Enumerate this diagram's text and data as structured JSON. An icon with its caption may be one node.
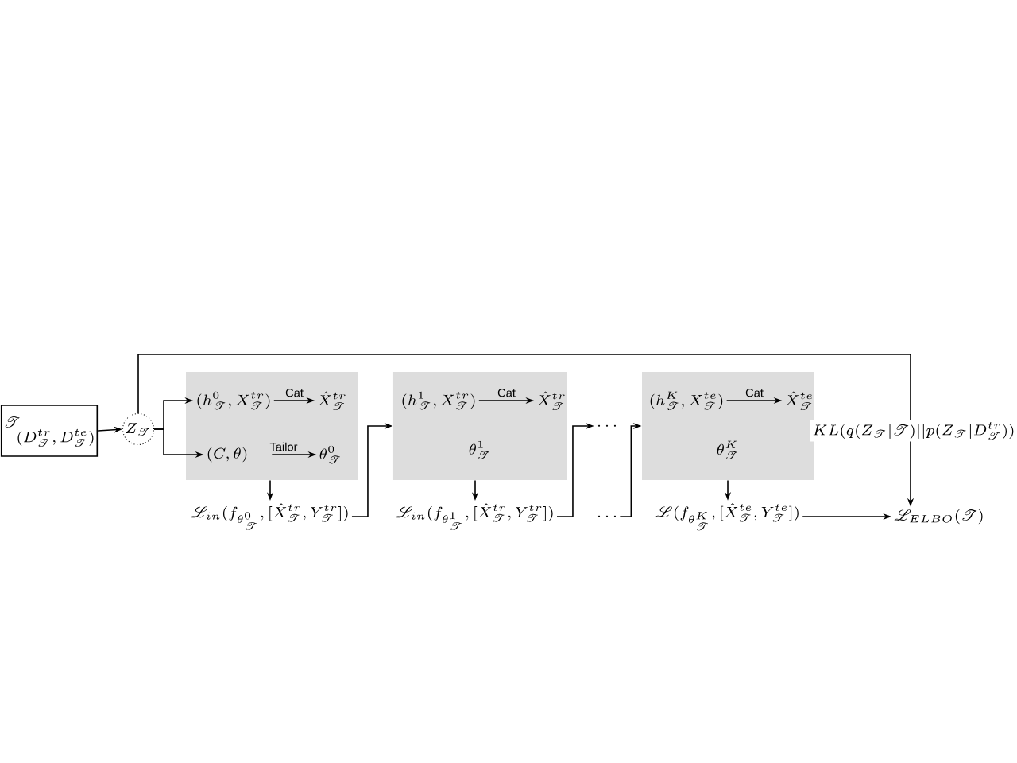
{
  "diagram": {
    "nodes": [
      {
        "text": [
          "\\mathscr{T}",
          "(D^{tr}_{\\mathscr{T}}, D^{te}_{\\mathscr{T}})"
        ]
      },
      {
        "text": [
          "Z_{\\mathscr{T}}"
        ]
      },
      {
        "text": [],
        "shape": "box"
      },
      {
        "text": [
          "(h^{0}_{\\mathscr{T}}, X^{tr}_{\\mathscr{T}})"
        ],
        "in": 2
      },
      {
        "text": [
          "\\hat{X}^{tr}_{\\mathscr{T}}"
        ],
        "in": 2
      },
      {
        "text": [
          "(C, \\theta)"
        ],
        "in": 2
      },
      {
        "text": [
          "\\theta^{0}_{\\mathscr{T}}"
        ],
        "in": 2
      },
      {
        "text": [
          "\\mathscr{L}_{in}(f_{\\theta^{0}_{\\mathscr{T}}}, [\\hat{X}^{tr}_{\\mathscr{T}}, Y^{tr}_{\\mathscr{T}}])"
        ]
      },
      {
        "text": [],
        "shape": "box"
      },
      {
        "text": [
          "(h^{1}_{\\mathscr{T}}, X^{tr}_{\\mathscr{T}})"
        ],
        "in": 8
      },
      {
        "text": [
          "\\hat{X}^{tr}_{\\mathscr{T}}"
        ],
        "in": 8
      },
      {
        "text": [
          "\\theta^{1}_{\\mathscr{T}}"
        ],
        "in": 8
      },
      {
        "text": [
          "\\mathscr{L}_{in}(f_{\\theta^{1}_{\\mathscr{T}}}, [\\hat{X}^{tr}_{\\mathscr{T}}, Y^{tr}_{\\mathscr{T}}])"
        ]
      },
      {
        "text": [
          "\\cdots"
        ]
      },
      {
        "text": [
          "\\cdots"
        ]
      },
      {
        "text": [],
        "shape": "box"
      },
      {
        "text": [
          "(h^{K}_{\\mathscr{T}}, X^{te}_{\\mathscr{T}})"
        ],
        "in": 15
      },
      {
        "text": [
          "\\hat{X}^{te}_{\\mathscr{T}}"
        ],
        "in": 15
      },
      {
        "text": [
          "\\theta^{K}_{\\mathscr{T}}"
        ],
        "in": 15
      },
      {
        "text": [
          "\\mathscr{L}(f_{\\theta^{K}_{\\mathscr{T}}}, [\\hat{X}^{te}_{\\mathscr{T}}, Y^{te}_{\\mathscr{T}}])"
        ]
      },
      {
        "text": [
          "\\mathscr{L}_{ELBO}(\\mathscr{T})"
        ]
      }
    ],
    "edges": [
      {
        "from": 0,
        "to": 1,
        "arrow": "to"
      },
      {
        "from": 1,
        "to": 3,
        "arrow": "to"
      },
      {
        "from": 1,
        "to": 5,
        "arrow": "to"
      },
      {
        "from": 3,
        "to": 4,
        "arrow": "to",
        "label": "Cat"
      },
      {
        "from": 5,
        "to": 6,
        "arrow": "to",
        "label": "Tailor"
      },
      {
        "from": 2,
        "to": 7,
        "arrow": "to"
      },
      {
        "from": 7,
        "to": 8,
        "arrow": "to"
      },
      {
        "from": 9,
        "to": 10,
        "arrow": "to",
        "label": "Cat"
      },
      {
        "from": 8,
        "to": 12,
        "arrow": "to"
      },
      {
        "from": 12,
        "to": 13,
        "arrow": "to"
      },
      {
        "from": 14,
        "to": 15,
        "arrow": "to"
      },
      {
        "from": 16,
        "to": 17,
        "arrow": "to",
        "label": "Cat"
      },
      {
        "from": 15,
        "to": 19,
        "arrow": "to"
      },
      {
        "from": 19,
        "to": 20,
        "arrow": "to"
      },
      {
        "from": 1,
        "to": 20,
        "arrow": "to",
        "label": "KL(q(Z_{\\mathscr{T}} | \\mathscr{T}) || p(Z_{\\mathscr{T}} | D^{tr}_{\\mathscr{T}}))"
      }
    ]
  }
}
